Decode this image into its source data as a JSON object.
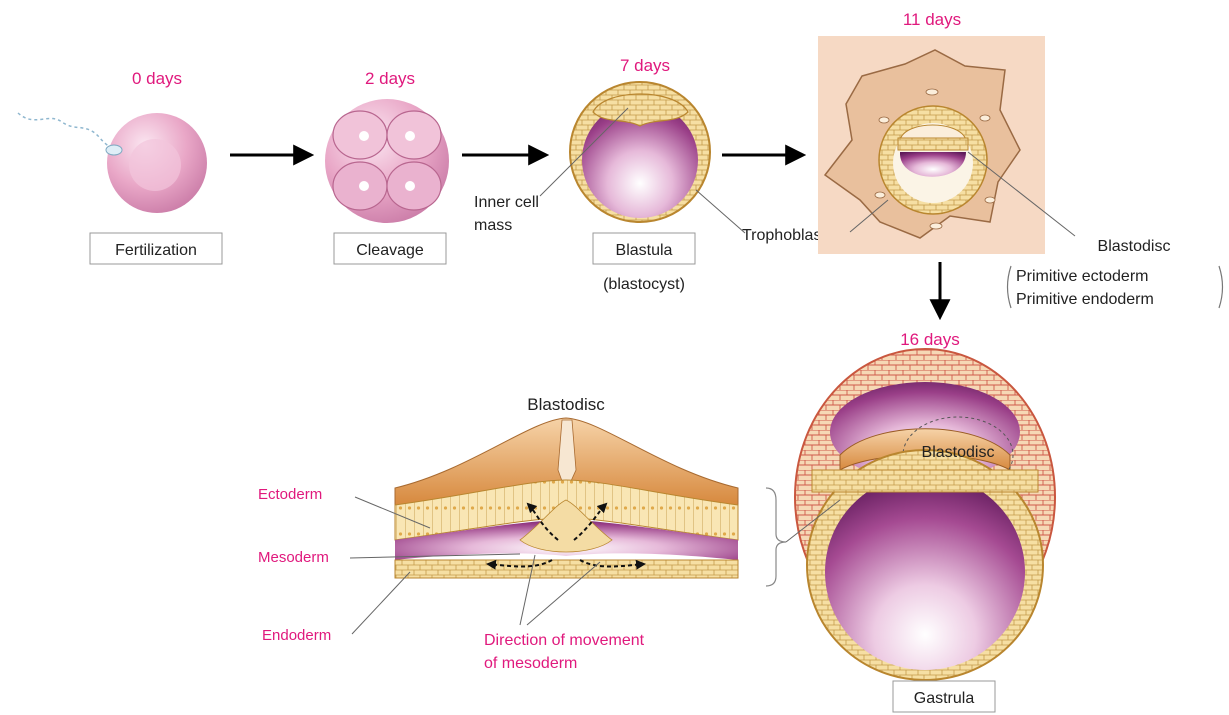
{
  "stages": {
    "day0": {
      "time": "0 days",
      "label": "Fertilization"
    },
    "day2": {
      "time": "2 days",
      "label": "Cleavage"
    },
    "day7": {
      "time": "7 days",
      "label": "Blastula",
      "sublabel": "(blastocyst)"
    },
    "day11": {
      "time": "11 days"
    },
    "day16": {
      "time": "16 days",
      "label": "Gastrula"
    }
  },
  "annotations": {
    "inner_cell_mass_1": "Inner cell",
    "inner_cell_mass_2": "mass",
    "trophoblast": "Trophoblast",
    "blastodisc": "Blastodisc",
    "primitive_ectoderm": "Primitive ectoderm",
    "primitive_endoderm": "Primitive endoderm",
    "blastodisc_section": "Blastodisc",
    "blastodisc_gastrula": "Blastodisc",
    "ectoderm": "Ectoderm",
    "mesoderm": "Mesoderm",
    "endoderm": "Endoderm",
    "direction_1": "Direction of movement",
    "direction_2": "of mesoderm"
  },
  "colors": {
    "time_label": "#e0197d",
    "germ_layer_label": "#e0197d",
    "arrow": "#000000",
    "cell_pink": "#e8a3c3",
    "cell_tan": "#f3d79a",
    "cavity_purple": "#8b2e7a",
    "panel_bg": "#f6d9c4"
  }
}
